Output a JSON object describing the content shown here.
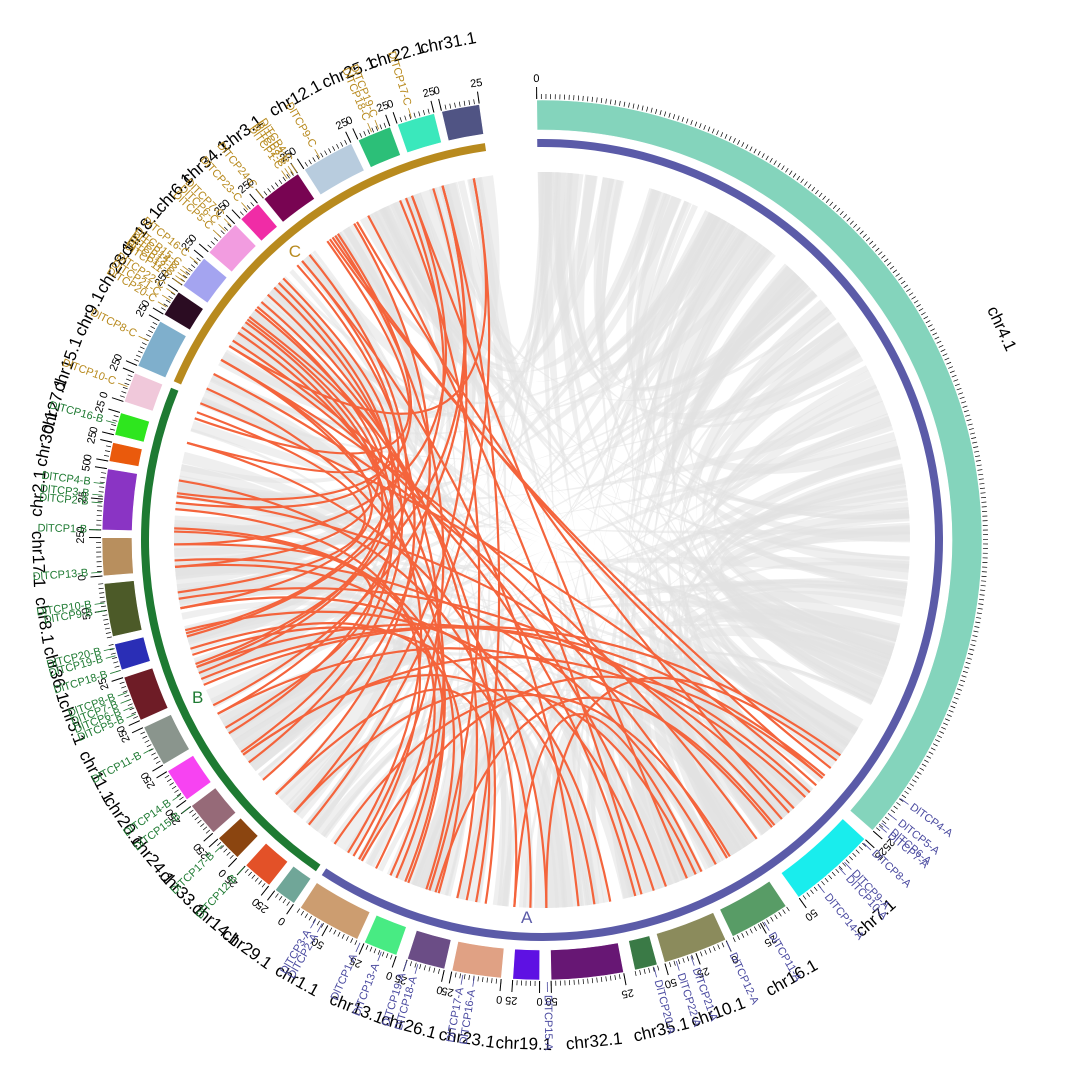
{
  "colors": {
    "subgenome_A": "#5b5ba8",
    "subgenome_B": "#1e7a32",
    "subgenome_C": "#b88a1e",
    "gene_A": "#4a4aa0",
    "gene_B": "#1e7a32",
    "gene_C": "#b88a1e",
    "syntenic_bg": "#e2e2e2",
    "syntenic_tcp": "#f4643c"
  },
  "subgenomes": [
    {
      "id": "A",
      "label": "A",
      "first": "chr4.1",
      "last": "chr1.1"
    },
    {
      "id": "B",
      "label": "B",
      "first": "chr29.1",
      "last": "chr15.1"
    },
    {
      "id": "C",
      "label": "C",
      "first": "chr9.1",
      "last": "chr31.1"
    }
  ],
  "chromosomes": [
    {
      "name": "chr4.1",
      "genome": "A",
      "color": "#84d4bc",
      "start": 0,
      "end": 264,
      "ticks": [
        0,
        25
      ]
    },
    {
      "name": "chr7.1",
      "genome": "A",
      "color": "#19eded",
      "start": 267,
      "end": 290,
      "ticks": [
        25,
        50
      ]
    },
    {
      "name": "chr16.1",
      "genome": "A",
      "color": "#589c66",
      "start": 294,
      "end": 310,
      "ticks": [
        25
      ]
    },
    {
      "name": "chr10.1",
      "genome": "A",
      "color": "#8b8b5c",
      "start": 312,
      "end": 329,
      "ticks": [
        0,
        25,
        50
      ]
    },
    {
      "name": "chr35.1",
      "genome": "A",
      "color": "#3a7a46",
      "start": 331,
      "end": 337,
      "ticks": []
    },
    {
      "name": "chr32.1",
      "genome": "A",
      "color": "#671774",
      "start": 340,
      "end": 359,
      "ticks": [
        25,
        50
      ]
    },
    {
      "name": "chr19.1",
      "genome": "A",
      "color": "#5e11e3",
      "start": 362,
      "end": 369,
      "ticks": [
        0,
        25
      ]
    },
    {
      "name": "chr23.1",
      "genome": "A",
      "color": "#e0a184",
      "start": 372,
      "end": 385,
      "ticks": [
        0,
        25
      ]
    },
    {
      "name": "chr26.1",
      "genome": "A",
      "color": "#6b4d86",
      "start": 387,
      "end": 397,
      "ticks": [
        0,
        25
      ]
    },
    {
      "name": "chr13.1",
      "genome": "A",
      "color": "#48eb83",
      "start": 400,
      "end": 409,
      "ticks": [
        0,
        25
      ]
    },
    {
      "name": "chr1.1",
      "genome": "A",
      "color": "#cc9d70",
      "start": 411,
      "end": 428,
      "ticks": [
        50
      ]
    },
    {
      "name": "chr29.1",
      "genome": "B",
      "color": "#70a698",
      "start": 430,
      "end": 436,
      "ticks": [
        0,
        25
      ]
    },
    {
      "name": "chr14.1",
      "genome": "B",
      "color": "#e35128",
      "start": 438,
      "end": 446,
      "ticks": [
        0,
        25
      ]
    },
    {
      "name": "chr33.1",
      "genome": "B",
      "color": "#8b4510",
      "start": 449,
      "end": 456,
      "ticks": [
        0,
        25
      ]
    },
    {
      "name": "chr24.1",
      "genome": "B",
      "color": "#966a78",
      "start": 458,
      "end": 467,
      "ticks": [
        0,
        25
      ]
    },
    {
      "name": "chr20.1",
      "genome": "B",
      "color": "#f743f2",
      "start": 469,
      "end": 478,
      "ticks": [
        0,
        25
      ]
    },
    {
      "name": "chr11.1",
      "genome": "B",
      "color": "#8a958d",
      "start": 480,
      "end": 491,
      "ticks": [
        0,
        25
      ]
    },
    {
      "name": "chr5.1",
      "genome": "B",
      "color": "#6e1c26",
      "start": 493,
      "end": 505,
      "ticks": [
        0,
        25
      ]
    },
    {
      "name": "chr36.1",
      "genome": "B",
      "color": "#2a2eb6",
      "start": 507,
      "end": 514,
      "ticks": []
    },
    {
      "name": "chr8.1",
      "genome": "B",
      "color": "#4c5a28",
      "start": 516,
      "end": 530,
      "ticks": [
        50
      ]
    },
    {
      "name": "chr17.1",
      "genome": "B",
      "color": "#b88f5e",
      "start": 532,
      "end": 542,
      "ticks": [
        0,
        25
      ]
    },
    {
      "name": "chr2.1",
      "genome": "B",
      "color": "#8a34c4",
      "start": 544,
      "end": 560,
      "ticks": [
        0,
        25,
        50
      ]
    },
    {
      "name": "chr30.1",
      "genome": "B",
      "color": "#ea5a0c",
      "start": 562,
      "end": 567,
      "ticks": [
        0,
        25
      ]
    },
    {
      "name": "chr27.1",
      "genome": "B",
      "color": "#2ee61e",
      "start": 569,
      "end": 575,
      "ticks": [
        0,
        25
      ]
    },
    {
      "name": "chr15.1",
      "genome": "C",
      "color": "#f0c8da",
      "start": 578,
      "end": 586,
      "ticks": [
        0,
        25
      ]
    },
    {
      "name": "chr9.1",
      "genome": "C",
      "color": "#7fafcc",
      "start": 588,
      "end": 601,
      "ticks": [
        0,
        25
      ]
    },
    {
      "name": "chr28.1",
      "genome": "C",
      "color": "#2b0c22",
      "start": 603,
      "end": 610,
      "ticks": [
        0,
        25
      ]
    },
    {
      "name": "chr18.1",
      "genome": "C",
      "color": "#a4a4f0",
      "start": 612,
      "end": 621,
      "ticks": [
        0,
        25
      ]
    },
    {
      "name": "chr6.1",
      "genome": "C",
      "color": "#f29ce0",
      "start": 623,
      "end": 633,
      "ticks": [
        0,
        25
      ]
    },
    {
      "name": "chr34.1",
      "genome": "C",
      "color": "#f02ca6",
      "start": 635,
      "end": 641,
      "ticks": [
        0,
        25
      ]
    },
    {
      "name": "chr3.1",
      "genome": "C",
      "color": "#780452",
      "start": 643,
      "end": 654,
      "ticks": [
        0,
        25
      ]
    },
    {
      "name": "chr12.1",
      "genome": "C",
      "color": "#b8ccde",
      "start": 656,
      "end": 670,
      "ticks": [
        0,
        25
      ]
    },
    {
      "name": "chr25.1",
      "genome": "C",
      "color": "#2cbf78",
      "start": 672,
      "end": 681,
      "ticks": [
        0,
        25
      ]
    },
    {
      "name": "chr22.1",
      "genome": "C",
      "color": "#3ae8bc",
      "start": 683,
      "end": 693,
      "ticks": [
        0,
        25
      ]
    },
    {
      "name": "chr31.1",
      "genome": "C",
      "color": "#505484",
      "start": 695,
      "end": 705,
      "ticks": [
        0,
        25
      ]
    }
  ],
  "genes": [
    {
      "name": "DlTCP4-A",
      "genome": "A",
      "pos": 253
    },
    {
      "name": "DlTCP5-A",
      "genome": "A",
      "pos": 258
    },
    {
      "name": "DlTCP6-A",
      "genome": "A",
      "pos": 261
    },
    {
      "name": "DlTCP7-A",
      "genome": "A",
      "pos": 262
    },
    {
      "name": "DlTCP8-A",
      "genome": "A",
      "pos": 268
    },
    {
      "name": "DlTCP9-A",
      "genome": "A",
      "pos": 275
    },
    {
      "name": "DlTCP10-A",
      "genome": "A",
      "pos": 277
    },
    {
      "name": "DlTCP14-A",
      "genome": "A",
      "pos": 284
    },
    {
      "name": "DlTCP11-A",
      "genome": "A",
      "pos": 301
    },
    {
      "name": "DlTCP12-A",
      "genome": "A",
      "pos": 312
    },
    {
      "name": "DlTCP21-A",
      "genome": "A",
      "pos": 322
    },
    {
      "name": "DlTCP22-A",
      "genome": "A",
      "pos": 326
    },
    {
      "name": "DlTCP20-A",
      "genome": "A",
      "pos": 332
    },
    {
      "name": "DlTCP15-A",
      "genome": "A",
      "pos": 360
    },
    {
      "name": "DlTCP16-A",
      "genome": "A",
      "pos": 379
    },
    {
      "name": "DlTCP17-A",
      "genome": "A",
      "pos": 382
    },
    {
      "name": "DlTCP18-A",
      "genome": "A",
      "pos": 394
    },
    {
      "name": "DlTCP19-A",
      "genome": "A",
      "pos": 397
    },
    {
      "name": "DlTCP13-A",
      "genome": "A",
      "pos": 404
    },
    {
      "name": "DlTCP1-A",
      "genome": "A",
      "pos": 410
    },
    {
      "name": "DlTCP2-A",
      "genome": "A",
      "pos": 421
    },
    {
      "name": "DlTCP3-A",
      "genome": "A",
      "pos": 423
    },
    {
      "name": "DlTCP12-B",
      "genome": "B",
      "pos": 446
    },
    {
      "name": "DlTCP17-B",
      "genome": "B",
      "pos": 454
    },
    {
      "name": "DlTCP15-B",
      "genome": "B",
      "pos": 467
    },
    {
      "name": "DlTCP14-B",
      "genome": "B",
      "pos": 471
    },
    {
      "name": "DlTCP11-B",
      "genome": "B",
      "pos": 485
    },
    {
      "name": "DlTCP5-B",
      "genome": "B",
      "pos": 495
    },
    {
      "name": "DlTCP6-B",
      "genome": "B",
      "pos": 497
    },
    {
      "name": "DlTCP7-B",
      "genome": "B",
      "pos": 499
    },
    {
      "name": "DlTCP8-B",
      "genome": "B",
      "pos": 501
    },
    {
      "name": "DlTCP18-B",
      "genome": "B",
      "pos": 507
    },
    {
      "name": "DlTCP19-B",
      "genome": "B",
      "pos": 511
    },
    {
      "name": "DlTCP20-B",
      "genome": "B",
      "pos": 513
    },
    {
      "name": "DlTCP9-B",
      "genome": "B",
      "pos": 523
    },
    {
      "name": "DlTCP10-B",
      "genome": "B",
      "pos": 525
    },
    {
      "name": "DlTCP13-B",
      "genome": "B",
      "pos": 533
    },
    {
      "name": "DlTCP1-B",
      "genome": "B",
      "pos": 544
    },
    {
      "name": "DlTCP2-B",
      "genome": "B",
      "pos": 551
    },
    {
      "name": "DlTCP3-B",
      "genome": "B",
      "pos": 553
    },
    {
      "name": "DlTCP4-B",
      "genome": "B",
      "pos": 556
    },
    {
      "name": "DlTCP16-B",
      "genome": "B",
      "pos": 572
    },
    {
      "name": "DlTCP10-C",
      "genome": "C",
      "pos": 582
    },
    {
      "name": "DlTCP8-C",
      "genome": "C",
      "pos": 595
    },
    {
      "name": "DlTCP20-C",
      "genome": "C",
      "pos": 605
    },
    {
      "name": "DlTCP21-C",
      "genome": "C",
      "pos": 607
    },
    {
      "name": "DlTCP22-C",
      "genome": "C",
      "pos": 609
    },
    {
      "name": "DlTCP11-C",
      "genome": "C",
      "pos": 612
    },
    {
      "name": "DlTCP12-C",
      "genome": "C",
      "pos": 613
    },
    {
      "name": "DlTCP13-C",
      "genome": "C",
      "pos": 614
    },
    {
      "name": "DlTCP14-C",
      "genome": "C",
      "pos": 615
    },
    {
      "name": "DlTCP15-C",
      "genome": "C",
      "pos": 616
    },
    {
      "name": "DlTCP16-C",
      "genome": "C",
      "pos": 619
    },
    {
      "name": "DlTCP5-C",
      "genome": "C",
      "pos": 628
    },
    {
      "name": "DlTCP6-C",
      "genome": "C",
      "pos": 630
    },
    {
      "name": "DlTCP7-C",
      "genome": "C",
      "pos": 632
    },
    {
      "name": "DlTCP23-C",
      "genome": "C",
      "pos": 638
    },
    {
      "name": "DlTCP24-C",
      "genome": "C",
      "pos": 643
    },
    {
      "name": "DlTCP1-C",
      "genome": "C",
      "pos": 651
    },
    {
      "name": "DlTCP2-C",
      "genome": "C",
      "pos": 652
    },
    {
      "name": "DlTCP3-C",
      "genome": "C",
      "pos": 653
    },
    {
      "name": "DlTCP4-C",
      "genome": "C",
      "pos": 654
    },
    {
      "name": "DlTCP9-C",
      "genome": "C",
      "pos": 661
    },
    {
      "name": "DlTCP18-C",
      "genome": "C",
      "pos": 676
    },
    {
      "name": "DlTCP19-C",
      "genome": "C",
      "pos": 678
    },
    {
      "name": "DlTCP17-C",
      "genome": "C",
      "pos": 687
    }
  ],
  "tcp_links": [
    [
      253,
      495
    ],
    [
      258,
      651
    ],
    [
      261,
      497
    ],
    [
      262,
      652
    ],
    [
      268,
      501
    ],
    [
      275,
      523
    ],
    [
      277,
      661
    ],
    [
      284,
      485
    ],
    [
      301,
      595
    ],
    [
      312,
      446
    ],
    [
      322,
      607
    ],
    [
      326,
      513
    ],
    [
      332,
      605
    ],
    [
      360,
      572
    ],
    [
      379,
      619
    ],
    [
      382,
      454
    ],
    [
      394,
      507
    ],
    [
      397,
      676
    ],
    [
      404,
      533
    ],
    [
      410,
      544
    ],
    [
      421,
      551
    ],
    [
      423,
      653
    ],
    [
      446,
      687
    ],
    [
      454,
      638
    ],
    [
      467,
      628
    ],
    [
      471,
      612
    ],
    [
      485,
      643
    ],
    [
      499,
      630
    ],
    [
      501,
      614
    ],
    [
      511,
      678
    ],
    [
      525,
      582
    ],
    [
      533,
      615
    ],
    [
      553,
      632
    ],
    [
      556,
      654
    ],
    [
      572,
      616
    ],
    [
      270,
      470
    ],
    [
      290,
      600
    ],
    [
      340,
      520
    ],
    [
      350,
      640
    ],
    [
      370,
      560
    ],
    [
      300,
      430
    ],
    [
      315,
      680
    ],
    [
      385,
      690
    ],
    [
      405,
      590
    ],
    [
      415,
      625
    ],
    [
      255,
      360
    ],
    [
      265,
      585
    ],
    [
      280,
      555
    ],
    [
      305,
      535
    ],
    [
      330,
      665
    ],
    [
      345,
      470
    ],
    [
      365,
      505
    ],
    [
      388,
      622
    ],
    [
      398,
      545
    ],
    [
      408,
      610
    ],
    [
      425,
      600
    ],
    [
      440,
      700
    ],
    [
      460,
      660
    ],
    [
      478,
      620
    ],
    [
      488,
      690
    ],
    [
      502,
      690
    ],
    [
      512,
      640
    ],
    [
      520,
      600
    ],
    [
      540,
      680
    ],
    [
      262,
      420
    ],
    [
      283,
      395
    ],
    [
      310,
      370
    ],
    [
      480,
      540
    ],
    [
      580,
      650
    ],
    [
      605,
      700
    ]
  ]
}
